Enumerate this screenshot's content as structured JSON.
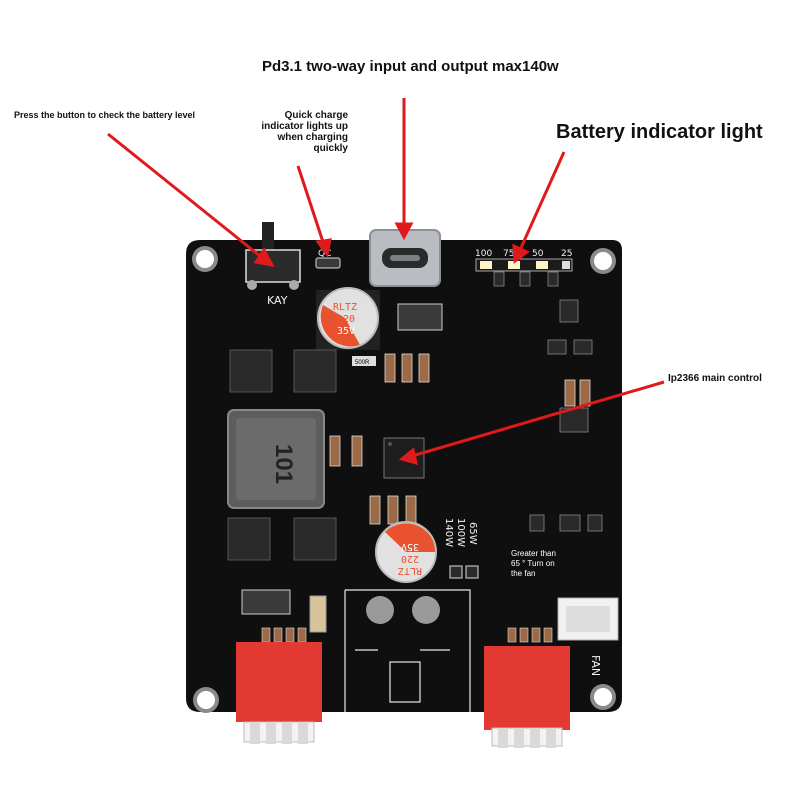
{
  "annotations": {
    "top_title": "Pd3.1 two-way input and output max140w",
    "button_label": "Press the button to check the battery level",
    "quick_charge_label": [
      "Quick charge",
      "indicator lights up",
      "when charging",
      "quickly"
    ],
    "battery_label": "Battery indicator light",
    "ip_label": "Ip2366 main control",
    "fan_label": [
      "Greater than",
      "65 ° Turn on",
      "the fan"
    ]
  },
  "board": {
    "button_silk": "KAY",
    "qc_silk": "QC",
    "led_levels": [
      "100",
      "75",
      "50",
      "25"
    ],
    "cap_top": [
      "RLTZ",
      "220",
      "35V"
    ],
    "cap_bottom": [
      "RLTZ",
      "220",
      "35V"
    ],
    "inductor_marking": "101",
    "power_silk": [
      "65W",
      "100W",
      "140W"
    ],
    "fan_silk": "FAN",
    "resistor_marking": "500R"
  },
  "colors": {
    "pcb": "#0f0f0f",
    "arrow": "#e0191b",
    "terminal": "#e23a32",
    "led": "#fff6c8"
  }
}
